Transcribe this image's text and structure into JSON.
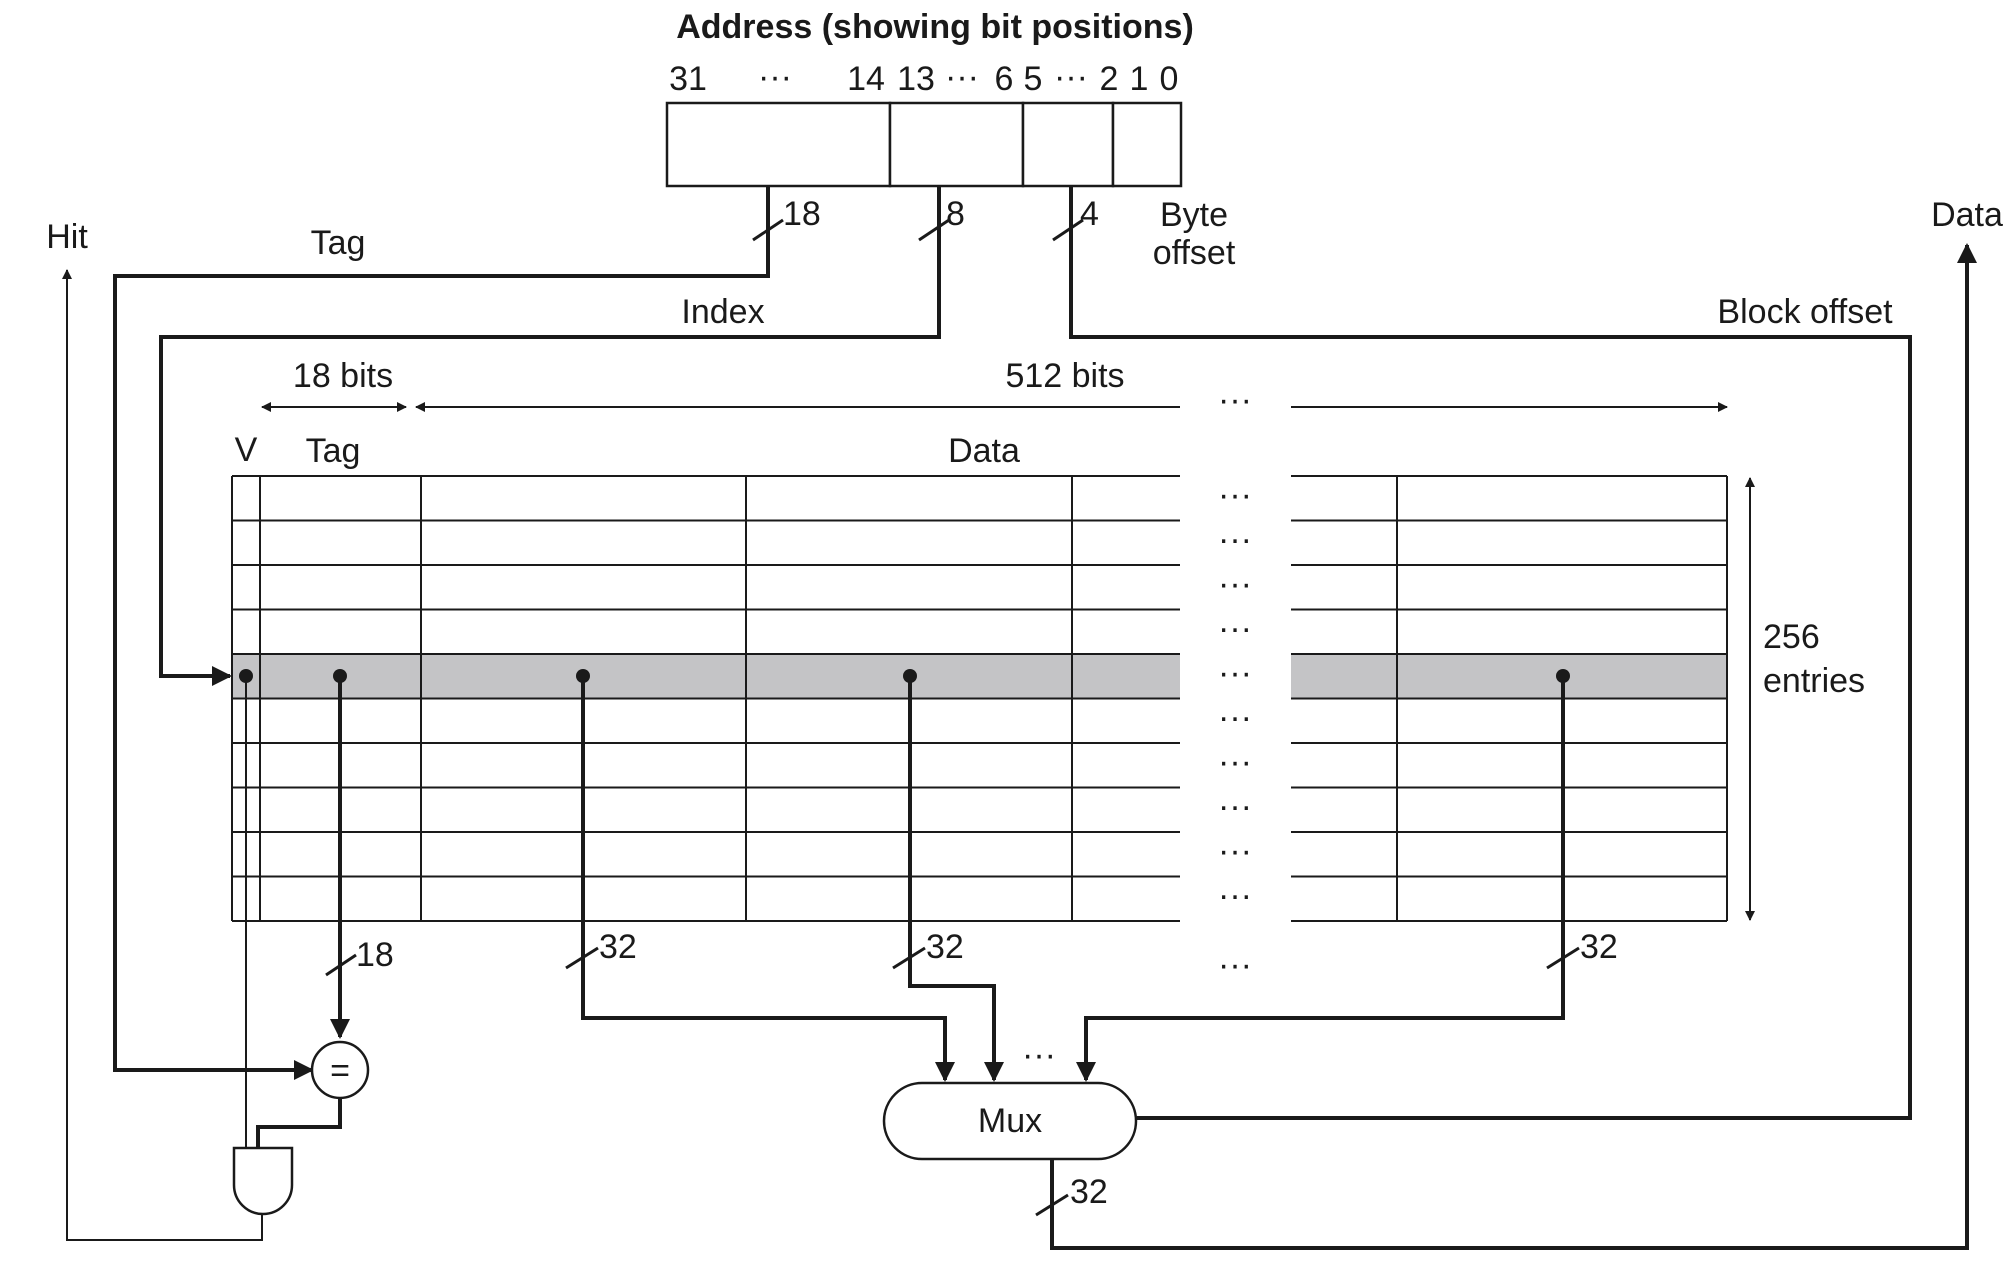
{
  "title": "Address (showing bit positions)",
  "address_bits": {
    "b31": "31",
    "dots1": "···",
    "b14": "14",
    "b13": "13",
    "dots2": "···",
    "b6": "6",
    "b5": "5",
    "dots3": "···",
    "b2": "2",
    "b1": "1",
    "b0": "0"
  },
  "widths": {
    "tag": "18",
    "index": "8",
    "block_offset": "4"
  },
  "labels": {
    "byte": "Byte",
    "offset": "offset",
    "hit": "Hit",
    "tag": "Tag",
    "index": "Index",
    "block_offset": "Block offset",
    "data_out": "Data"
  },
  "cache": {
    "tag_width": "18 bits",
    "data_width": "512 bits",
    "col_v": "V",
    "col_tag": "Tag",
    "col_data": "Data",
    "entries_num": "256",
    "entries_word": "entries",
    "ellipsis": "···"
  },
  "bus": {
    "tag_out": "18",
    "word1": "32",
    "word2": "32",
    "word3": "32",
    "mux_out": "32",
    "mux_dots": "···",
    "below_dots": "···"
  },
  "comparator": {
    "symbol": "="
  },
  "mux": {
    "label": "Mux"
  }
}
